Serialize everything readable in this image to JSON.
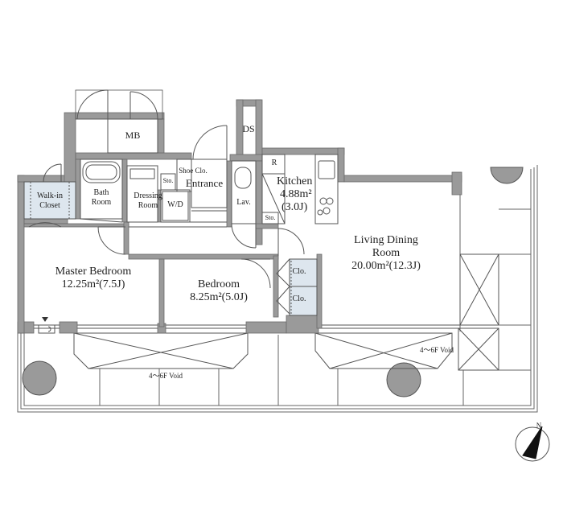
{
  "rooms": {
    "mb": "MB",
    "ds": "DS",
    "bath_line1": "Bath",
    "bath_line2": "Room",
    "walkin_line1": "Walk-in",
    "walkin_line2": "Closet",
    "dressing_line1": "Dressing",
    "dressing_line2": "Room",
    "sto1": "Sto.",
    "shoe_clo": "Shoe Clo.",
    "entrance": "Entrance",
    "wd": "W/D",
    "lav": "Lav.",
    "refrigerator": "R",
    "sto2": "Sto.",
    "kitchen_name": "Kitchen",
    "kitchen_area": "4.88m²",
    "kitchen_j": "(3.0J)",
    "living_line1": "Living Dining",
    "living_line2": "Room",
    "living_area": "20.00m²(12.3J)",
    "master_name": "Master Bedroom",
    "master_area": "12.25m²(7.5J)",
    "bedroom_name": "Bedroom",
    "bedroom_area": "8.25m²(5.0J)",
    "clo1": "Clo.",
    "clo2": "Clo."
  },
  "voids": {
    "left": "4～6F Void",
    "right": "4～6F Void"
  },
  "compass": {
    "north": "N"
  },
  "colors": {
    "wall": "#9a9a9a",
    "line": "#555555",
    "closet_fill": "#dde6ee"
  }
}
